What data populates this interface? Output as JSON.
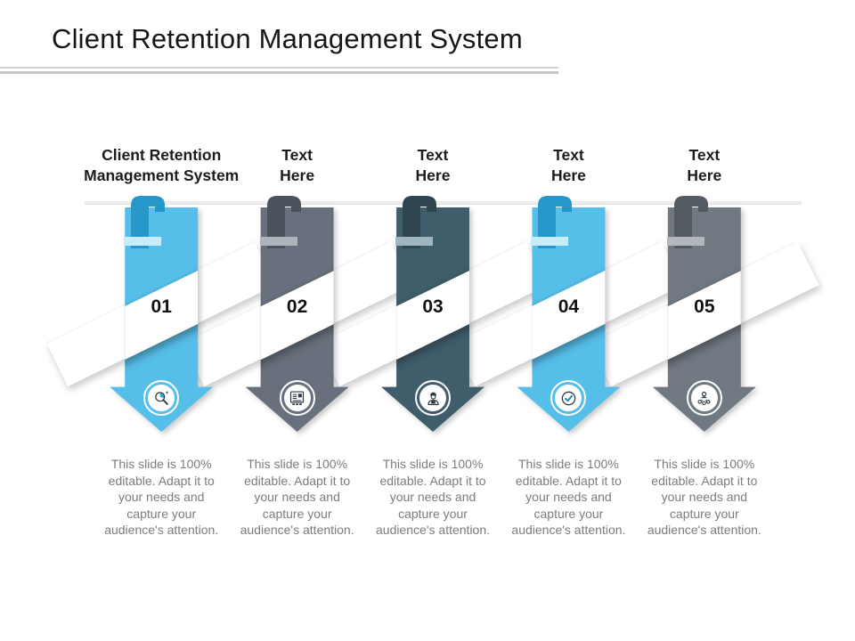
{
  "slide": {
    "title": "Client Retention Management System",
    "columns": [
      {
        "header_lines": [
          "Client Retention",
          "Management System"
        ],
        "number": "01",
        "icon": "search-analytics-icon",
        "description": "This slide is 100% editable. Adapt it to your needs and capture your audience's attention.",
        "colors": {
          "body": "#55BEE9",
          "hook": "#2697C8",
          "bar": "#C9EDF8"
        }
      },
      {
        "header_lines": [
          "Text",
          "Here"
        ],
        "number": "02",
        "icon": "report-checklist-icon",
        "description": "This slide is 100% editable. Adapt it to your needs and capture your audience's attention.",
        "colors": {
          "body": "#67707C",
          "hook": "#4A525C",
          "bar": "#AEB4BB"
        }
      },
      {
        "header_lines": [
          "Text",
          "Here"
        ],
        "number": "03",
        "icon": "engineer-worker-icon",
        "description": "This slide is 100% editable. Adapt it to your needs and capture your audience's attention.",
        "colors": {
          "body": "#405D6B",
          "hook": "#2F4651",
          "bar": "#9FB6C0"
        }
      },
      {
        "header_lines": [
          "Text",
          "Here"
        ],
        "number": "04",
        "icon": "check-circle-icon",
        "description": "This slide is 100% editable. Adapt it to your needs and capture your audience's attention.",
        "colors": {
          "body": "#55BEE9",
          "hook": "#2697C8",
          "bar": "#C9EDF8"
        }
      },
      {
        "header_lines": [
          "Text",
          "Here"
        ],
        "number": "05",
        "icon": "team-network-icon",
        "description": "This slide is 100% editable. Adapt it to your needs and capture your audience's attention.",
        "colors": {
          "body": "#707882",
          "hook": "#535A62",
          "bar": "#B2B7BD"
        }
      }
    ],
    "accent_colors": {
      "blue": "#55BEE9",
      "gray": "#67707C",
      "dark_slate": "#405D6B",
      "icon_dark": "#2E3A42",
      "icon_teal": "#2DA5C8"
    }
  }
}
